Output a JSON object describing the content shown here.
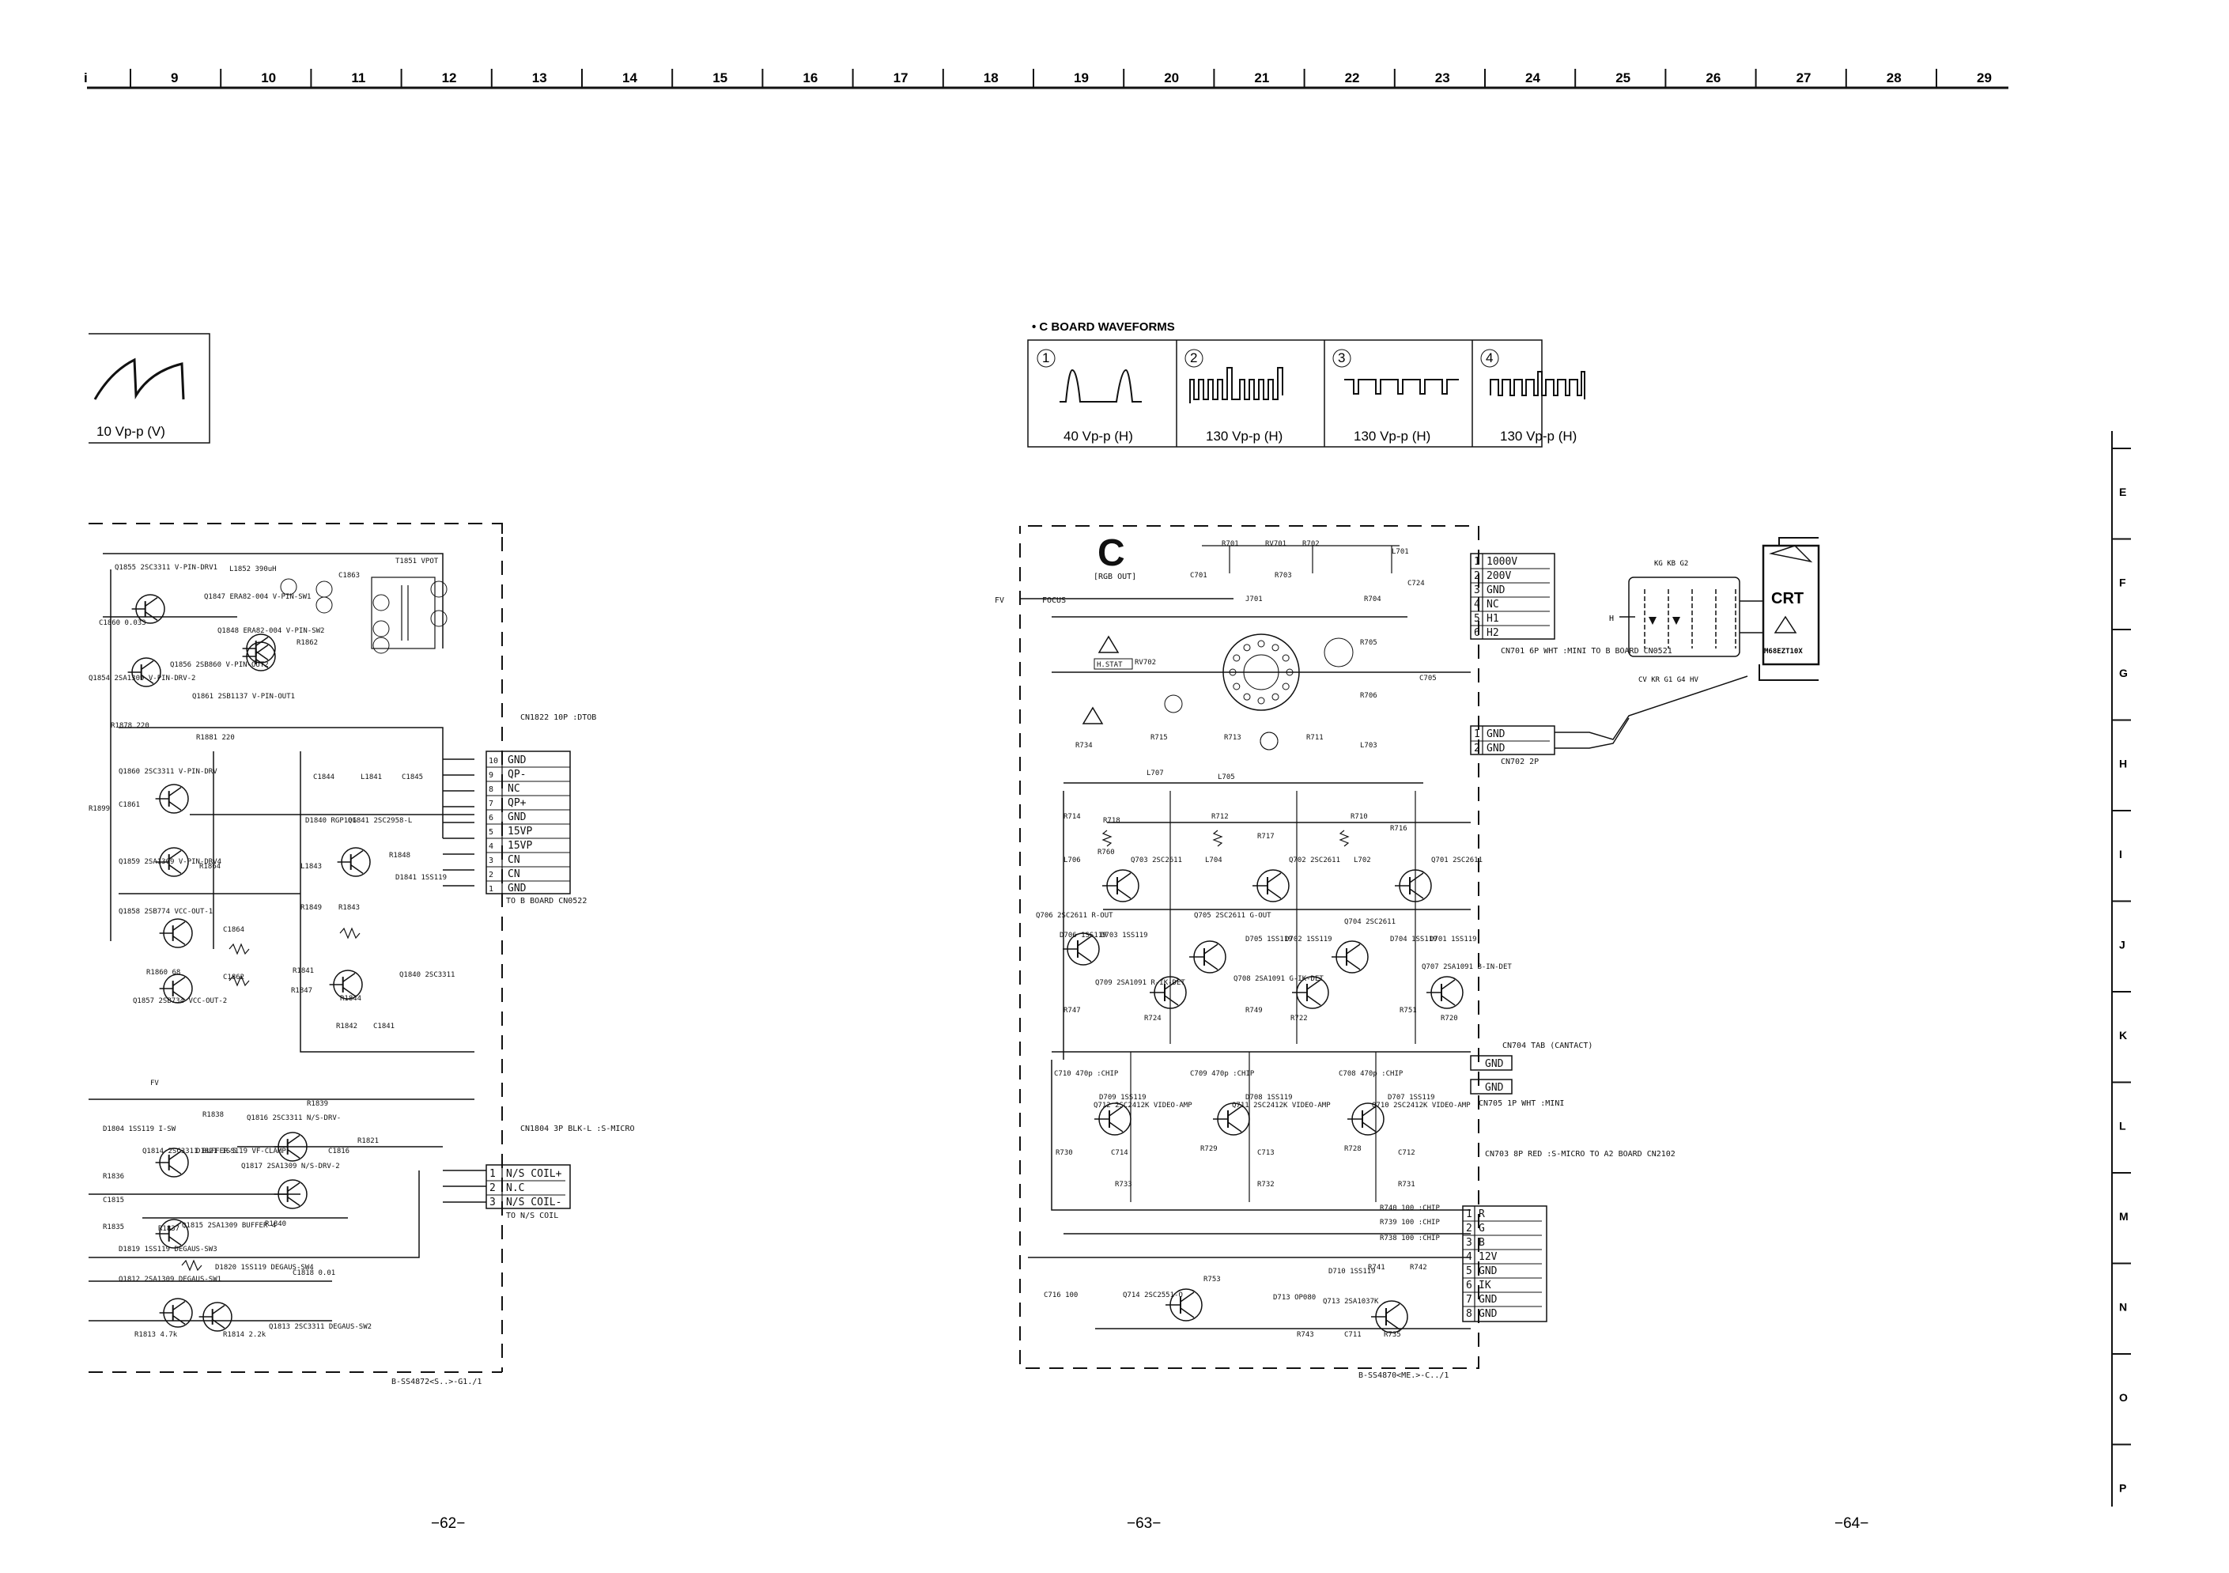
{
  "ruler": {
    "labels": [
      "i",
      "9",
      "10",
      "11",
      "12",
      "13",
      "14",
      "15",
      "16",
      "17",
      "18",
      "19",
      "20",
      "21",
      "22",
      "23",
      "24",
      "25",
      "26",
      "27",
      "28",
      "29"
    ]
  },
  "side_ruler": {
    "labels": [
      "E",
      "F",
      "G",
      "H",
      "I",
      "J",
      "K",
      "L",
      "M",
      "N",
      "O",
      "P"
    ]
  },
  "left_waveform": {
    "caption": "10 Vp-p (V)"
  },
  "c_waveforms": {
    "title": "• C BOARD WAVEFORMS",
    "panels": [
      {
        "num": "1",
        "caption": "40 Vp-p (H)"
      },
      {
        "num": "2",
        "caption": "130 Vp-p (H)"
      },
      {
        "num": "3",
        "caption": "130 Vp-p (H)"
      },
      {
        "num": "4",
        "caption": "130 Vp-p (H)"
      }
    ]
  },
  "c_board": {
    "letter": "C",
    "subtitle": "[RGB OUT]",
    "fv": "FV",
    "focus": "FOCUS",
    "hstat": "H.STAT",
    "footer": "B-SS4870<ME.>-C../1",
    "labels": {
      "r701": "R701",
      "rv701": "RV701",
      "r702": "R702",
      "r703": "R703",
      "c701": "C701",
      "j701": "J701",
      "rv702": "RV702",
      "r704": "R704",
      "r705": "R705",
      "r706": "R706",
      "l701": "L701",
      "c724": "C724",
      "c705": "C705",
      "r715": "R715",
      "r713": "R713",
      "r711": "R711",
      "l707": "L707",
      "l705": "L705",
      "l703": "L703",
      "r714": "R714",
      "r718": "R718",
      "r760": "R760",
      "l706": "L706",
      "q703": "Q703 2SC2611",
      "r712": "R712",
      "r717": "R717",
      "l704": "L704",
      "q702": "Q702 2SC2611",
      "r710": "R710",
      "r716": "R716",
      "l702": "L702",
      "q701": "Q701 2SC2611",
      "q706": "Q706 2SC2611 R-OUT",
      "q705": "Q705 2SC2611 G-OUT",
      "q704": "Q704 2SC2611",
      "d706": "D706 1SS119",
      "d703": "D703 1SS119",
      "d705": "D705 1SS119",
      "d702": "D702 1SS119",
      "d704": "D704 1SS119",
      "d701": "D701 1SS119",
      "q709": "Q709 2SA1091 R-IK-DET",
      "q708": "Q708 2SA1091 G-IK-DET",
      "q707": "Q707 2SA1091 B-IN-DET",
      "r747": "R747",
      "r724": "R724",
      "r749": "R749",
      "r722": "R722",
      "r751": "R751",
      "r720": "R720",
      "c710": "C710 470p :CHIP",
      "c709": "C709 470p :CHIP",
      "c708": "C708 470p :CHIP",
      "q712": "Q712 2SC2412K VIDEO-AMP",
      "q711": "Q711 2SC2412K VIDEO-AMP",
      "q710": "Q710 2SC2412K VIDEO-AMP",
      "d709": "D709 1SS119",
      "d708": "D708 1SS119",
      "d707": "D707 1SS119",
      "r730": "R730",
      "r729": "R729",
      "r728": "R728",
      "r733": "R733",
      "r732": "R732",
      "r731": "R731",
      "c714": "C714",
      "c713": "C713",
      "c712": "C712",
      "r740": "R740 100 :CHIP",
      "r739": "R739 100 :CHIP",
      "r738": "R738 100 :CHIP",
      "c716": "C716 100",
      "q714": "Q714 2SC2551-O",
      "r753": "R753",
      "d713": "D713 OP080",
      "d710": "D710 1SS119",
      "q713": "Q713 2SA1037K",
      "r741": "R741",
      "r742": "R742",
      "r743": "R743",
      "c711": "C711",
      "r735": "R735",
      "r734": "R734"
    },
    "cn701": {
      "pins": [
        "1000V",
        "200V",
        "GND",
        "NC",
        "H1",
        "H2"
      ],
      "label": "CN701 6P WHT :MINI TO B BOARD CN0521"
    },
    "cn702": {
      "pins": [
        "GND",
        "GND"
      ],
      "label": "CN702 2P"
    },
    "cn704": {
      "label": "CN704 TAB (CANTACT)",
      "pin": "GND"
    },
    "cn705": {
      "label": "CN705 1P WHT :MINI",
      "pin": "GND"
    },
    "cn703": {
      "pins": [
        "R",
        "G",
        "B",
        "12V",
        "GND",
        "IK",
        "GND",
        "GND"
      ],
      "label": "CN703 8P RED :S-MICRO TO A2 BOARD CN2102"
    }
  },
  "crt": {
    "title": "CRT",
    "model": "M68EZT10X",
    "pins_top": "KG KB G2",
    "pins_bottom": "CV  KR G1  G4  HV",
    "h": "H"
  },
  "left_board": {
    "footer": "B-SS4872<S..>-G1./1",
    "labels": {
      "q1855": "Q1855 2SC3311 V-PIN-DRV1",
      "l1852": "L1852 390uH",
      "q1847": "Q1847 ERA82-004 V-PIN-SW1",
      "q1848": "Q1848 ERA82-004 V-PIN-SW2",
      "c1860": "C1860 0.033",
      "q1854": "Q1854 2SA1309 V-PIN-DRV-2",
      "q1856": "Q1856 2SB860 V-PIN-OUT2",
      "q1861": "Q1861 2SB1137 V-PIN-OUT1",
      "c1863": "C1863",
      "t1851": "T1851 VPOT",
      "r1862": "R1862",
      "r1878": "R1878 220",
      "r1881": "R1881 220",
      "q1860": "Q1860 2SC3311 V-PIN-DRV",
      "c1861": "C1861",
      "r1899": "R1899",
      "q1859": "Q1859 2SA1309 V-PIN-DRV4",
      "r1864": "R1864",
      "q1858": "Q1858 2SB774 VCC-OUT-1",
      "r1860": "R1860 68",
      "q1857": "Q1857 2SB734 VCC-OUT-2",
      "c1862": "C1862",
      "c1864": "C1864",
      "c1844": "C1844",
      "l1841": "L1841",
      "c1845": "C1845",
      "d1840": "D1840 RGP10G",
      "q1841": "Q1841 2SC2958-L",
      "l1843": "L1843",
      "r1848": "R1848",
      "d1841": "D1841 1SS119",
      "r1849": "R1849",
      "r1843": "R1843",
      "r1841": "R1841",
      "r1847": "R1847",
      "r1844": "R1844",
      "q1840": "Q1840 2SC3311",
      "r1842": "R1842",
      "c1841": "C1841",
      "d1804": "D1804 1SS119 I-SW",
      "r1836": "R1836",
      "q1814": "Q1814 2SC3311 BUFFER-5",
      "r1838": "R1838",
      "q1816": "Q1816 2SC3311 N/S-DRV-",
      "r1839": "R1839",
      "d1821": "D1821 1SS119 VF-CLAMP",
      "q1817": "Q1817 2SA1309 N/S-DRV-2",
      "c1816": "C1816",
      "r1821": "R1821",
      "c1815": "C1815",
      "r1835": "R1835",
      "q1815": "Q1815 2SA1309 BUFFER-4",
      "r1837": "R1837",
      "r1840": "R1840",
      "d1819": "D1819 1SS119 DEGAUS-SW3",
      "q1812": "Q1812 2SA1309 DEGAUS-SW1",
      "d1820": "D1820 1SS119 DEGAUS-SW4",
      "c1818": "C1818 0.01",
      "r1813": "R1813 4.7k",
      "r1814": "R1814 2.2k",
      "q1813": "Q1813 2SC3311 DEGAUS-SW2",
      "fv": "FV"
    },
    "cn1822": {
      "pins": [
        "GND",
        "QP-",
        "NC",
        "QP+",
        "GND",
        "15VP",
        "15VP",
        "CN",
        "CN",
        "GND"
      ],
      "label": "CN1822 10P :DTOB",
      "to": "TO B BOARD CN0522"
    },
    "cn1804": {
      "pins": [
        "N/S COIL+",
        "N.C",
        "N/S COIL-"
      ],
      "label": "CN1804 3P BLK-L :S-MICRO",
      "to": "TO N/S COIL"
    }
  },
  "page_numbers": [
    "−62−",
    "−63−",
    "−64−"
  ]
}
